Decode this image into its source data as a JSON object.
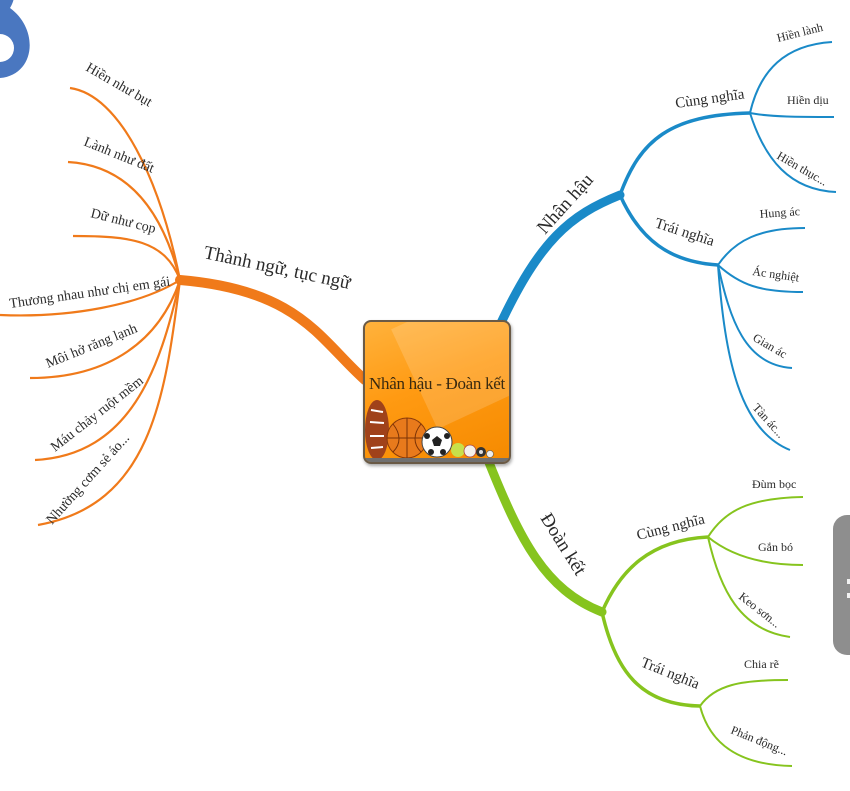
{
  "central": {
    "title": "Nhân hậu - Đoàn kết",
    "icon": "sports-balls-image"
  },
  "colors": {
    "left_branch": "#f07a1a",
    "nhan_hau_branch": "#1a8ac8",
    "doan_ket_branch": "#86c41e",
    "central_fill": "#ff9a12",
    "overlay_gray": "#8e8e8e",
    "deco_blue": "#4a77c0"
  },
  "branches": {
    "left": {
      "label": "Thành ngữ, tục ngữ",
      "items": [
        "Hiền như bụt",
        "Lành như đất",
        "Dữ như cọp",
        "Thương nhau như chị em gái",
        "Môi hở răng lạnh",
        "Máu chảy ruột mềm",
        "Nhường cơm sẻ áo..."
      ]
    },
    "nhan_hau": {
      "label": "Nhân hậu",
      "subs": [
        {
          "label": "Cùng nghĩa",
          "items": [
            "Hiền lành",
            "Hiền dịu",
            "Hiền thục..."
          ]
        },
        {
          "label": "Trái nghĩa",
          "items": [
            "Hung ác",
            "Ác nghiệt",
            "Gian ác",
            "Tàn ác..."
          ]
        }
      ]
    },
    "doan_ket": {
      "label": "Đoàn kết",
      "subs": [
        {
          "label": "Cùng nghĩa",
          "items": [
            "Đùm bọc",
            "Gắn bó",
            "Keo sơn..."
          ]
        },
        {
          "label": "Trái nghĩa",
          "items": [
            "Chia rẽ",
            "Phản động..."
          ]
        }
      ]
    }
  }
}
